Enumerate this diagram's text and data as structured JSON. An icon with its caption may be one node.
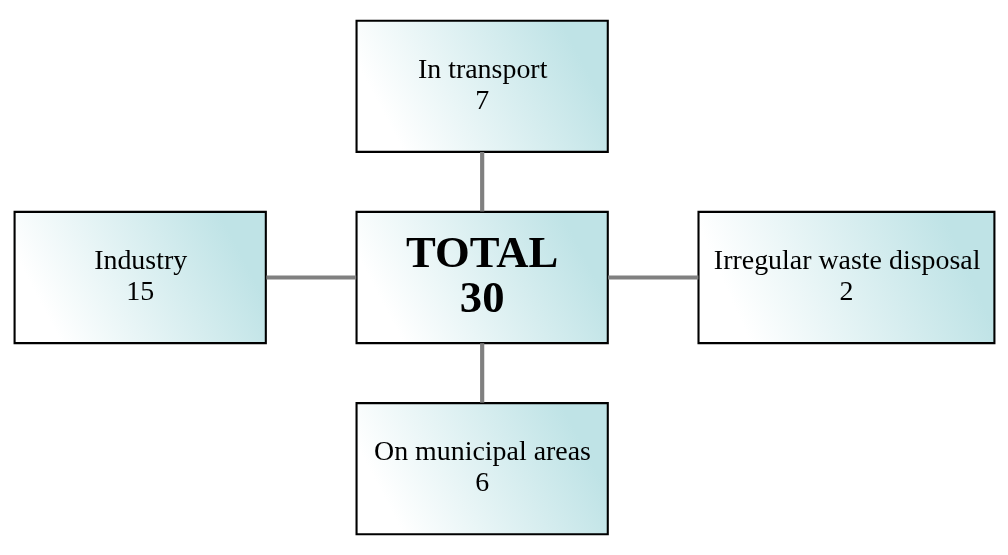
{
  "diagram": {
    "nodes": [
      {
        "text": [
          "In transport",
          "7"
        ]
      },
      {
        "text": [
          "Industry",
          "15"
        ]
      },
      {
        "text": [
          "TOTAL",
          "30"
        ]
      },
      {
        "text": [
          "Irregular waste disposal",
          "2"
        ]
      },
      {
        "text": [
          "On municipal areas",
          "6"
        ]
      }
    ],
    "edges": [
      {
        "from": 0,
        "to": 2,
        "arrow": "none"
      },
      {
        "from": 1,
        "to": 2,
        "arrow": "none"
      },
      {
        "from": 2,
        "to": 3,
        "arrow": "none"
      },
      {
        "from": 2,
        "to": 4,
        "arrow": "none"
      }
    ]
  }
}
